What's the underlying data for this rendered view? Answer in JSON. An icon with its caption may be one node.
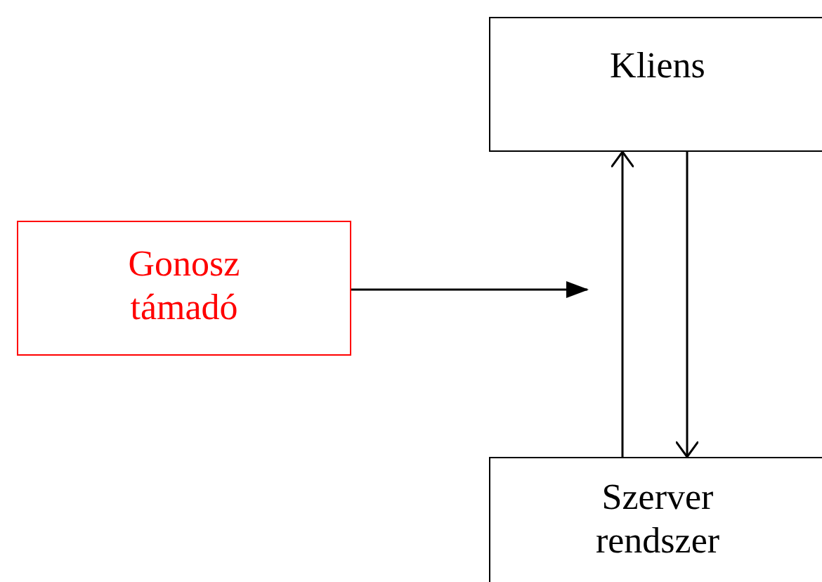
{
  "diagram": {
    "nodes": [
      {
        "text": [
          "Kliens"
        ]
      },
      {
        "text": [
          "Gonosz támadó"
        ]
      },
      {
        "text": [
          "Szerver rendszer"
        ]
      }
    ],
    "edges": [
      {
        "from": 2,
        "to": 0,
        "arrow": "to"
      },
      {
        "from": 0,
        "to": 2,
        "arrow": "to"
      },
      {
        "from": 1,
        "to": null,
        "arrow": "to"
      }
    ]
  }
}
